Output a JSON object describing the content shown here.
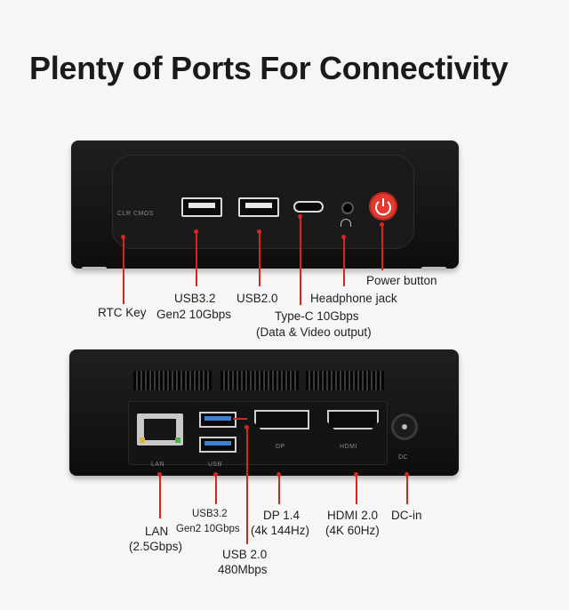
{
  "title": "Plenty of Ports For Connectivity",
  "front": {
    "panel_text": "CLR CMOS",
    "labels": {
      "rtc_key": "RTC Key",
      "usb32_line1": "USB3.2",
      "usb32_line2": "Gen2 10Gbps",
      "usb20": "USB2.0",
      "typec_line1": "Type-C 10Gbps",
      "typec_line2": "(Data & Video output)",
      "headphone": "Headphone jack",
      "power": "Power button"
    }
  },
  "rear": {
    "silk": {
      "lan": "LAN",
      "usb": "USB",
      "dp": "DP",
      "hdmi": "HDMI",
      "dc": "DC"
    },
    "labels": {
      "lan_line1": "LAN",
      "lan_line2": "(2.5Gbps)",
      "usb32_line1": "USB3.2",
      "usb32_line2": "Gen2 10Gbps",
      "usb20_line1": "USB 2.0",
      "usb20_line2": "480Mbps",
      "dp_line1": "DP 1.4",
      "dp_line2": "(4k 144Hz)",
      "hdmi_line1": "HDMI 2.0",
      "hdmi_line2": "(4K 60Hz)",
      "dcin": "DC-in"
    }
  },
  "colors": {
    "accent": "#d9261c",
    "usb3_blue": "#3b82d6",
    "power_red": "#e23a2f"
  }
}
